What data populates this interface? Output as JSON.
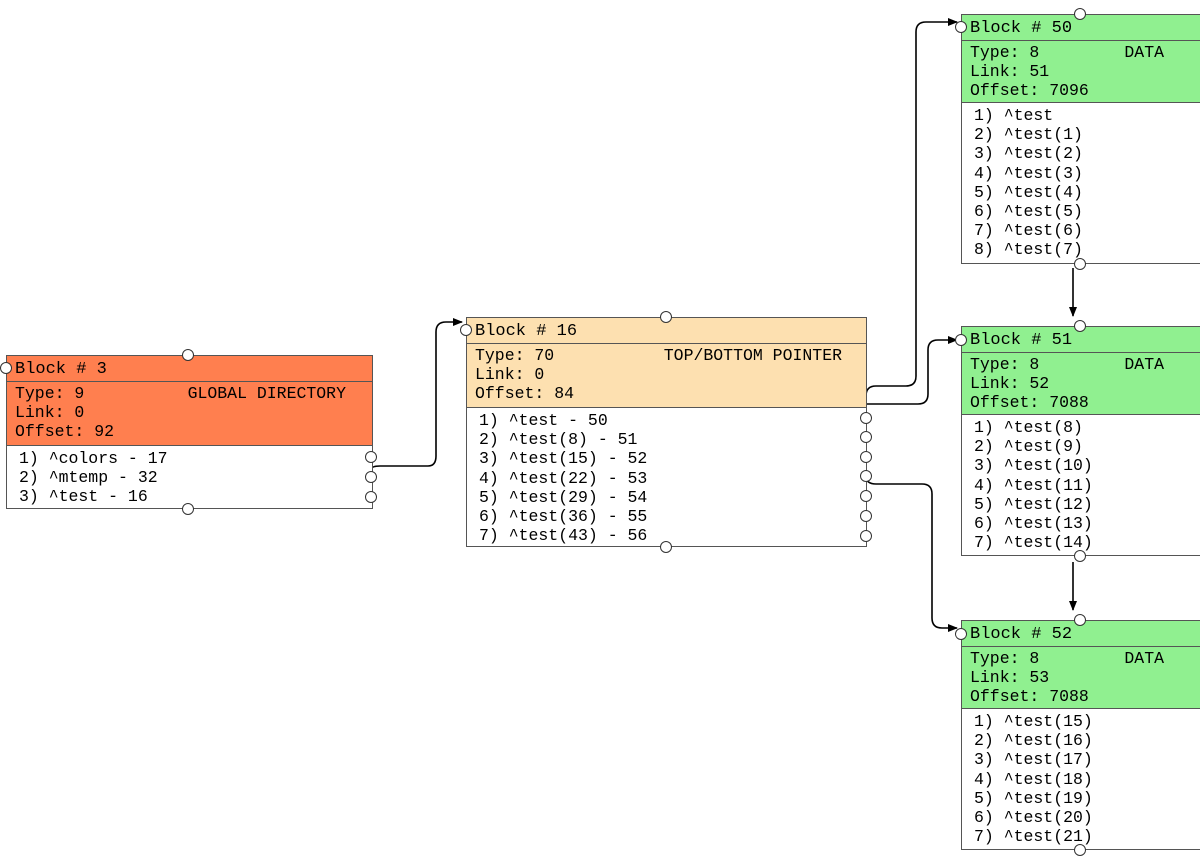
{
  "colors": {
    "global": "#ff7f4f",
    "pointer": "#fde0b0",
    "data": "#90f090"
  },
  "blocks": {
    "b3": {
      "title": "Block # 3",
      "type": "Type: 9",
      "kind": "GLOBAL DIRECTORY",
      "link": "Link: 0",
      "offset": "Offset: 92",
      "items": [
        "1) ^colors - 17",
        "2) ^mtemp - 32",
        "3) ^test - 16"
      ]
    },
    "b16": {
      "title": "Block # 16",
      "type": "Type: 70",
      "kind": "TOP/BOTTOM POINTER",
      "link": "Link: 0",
      "offset": "Offset: 84",
      "items": [
        "1) ^test - 50",
        "2) ^test(8) - 51",
        "3) ^test(15) - 52",
        "4) ^test(22) - 53",
        "5) ^test(29) - 54",
        "6) ^test(36) - 55",
        "7) ^test(43) - 56"
      ]
    },
    "b50": {
      "title": "Block # 50",
      "type": "Type: 8",
      "kind": "DATA",
      "link": "Link: 51",
      "offset": "Offset: 7096",
      "items": [
        "1) ^test",
        "2) ^test(1)",
        "3) ^test(2)",
        "4) ^test(3)",
        "5) ^test(4)",
        "6) ^test(5)",
        "7) ^test(6)",
        "8) ^test(7)"
      ]
    },
    "b51": {
      "title": "Block # 51",
      "type": "Type: 8",
      "kind": "DATA",
      "link": "Link: 52",
      "offset": "Offset: 7088",
      "items": [
        "1) ^test(8)",
        "2) ^test(9)",
        "3) ^test(10)",
        "4) ^test(11)",
        "5) ^test(12)",
        "6) ^test(13)",
        "7) ^test(14)"
      ]
    },
    "b52": {
      "title": "Block # 52",
      "type": "Type: 8",
      "kind": "DATA",
      "link": "Link: 53",
      "offset": "Offset: 7088",
      "items": [
        "1) ^test(15)",
        "2) ^test(16)",
        "3) ^test(17)",
        "4) ^test(18)",
        "5) ^test(19)",
        "6) ^test(20)",
        "7) ^test(21)"
      ]
    }
  }
}
